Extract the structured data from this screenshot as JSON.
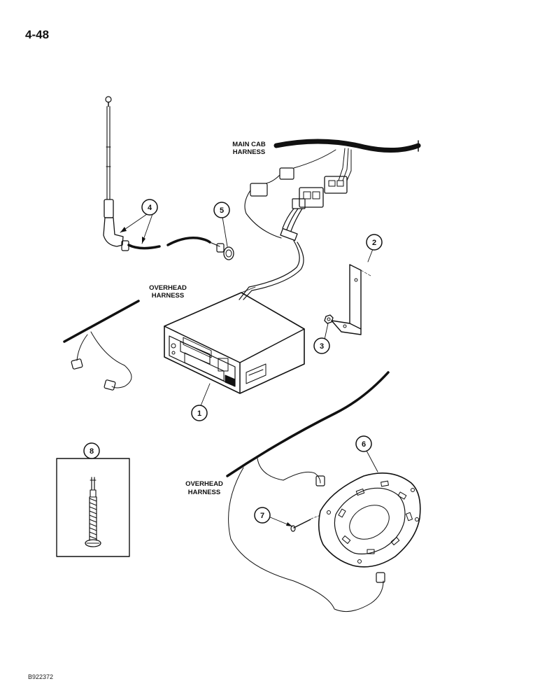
{
  "page_number": "4-48",
  "figure_code": "B922372",
  "labels": {
    "main_cab_line1": "MAIN CAB",
    "main_cab_line2": "HARNESS",
    "overhead_upper_line1": "OVERHEAD",
    "overhead_upper_line2": "HARNESS",
    "overhead_lower_line1": "OVERHEAD",
    "overhead_lower_line2": "HARNESS"
  },
  "callouts": [
    "1",
    "2",
    "3",
    "4",
    "5",
    "6",
    "7",
    "8"
  ]
}
